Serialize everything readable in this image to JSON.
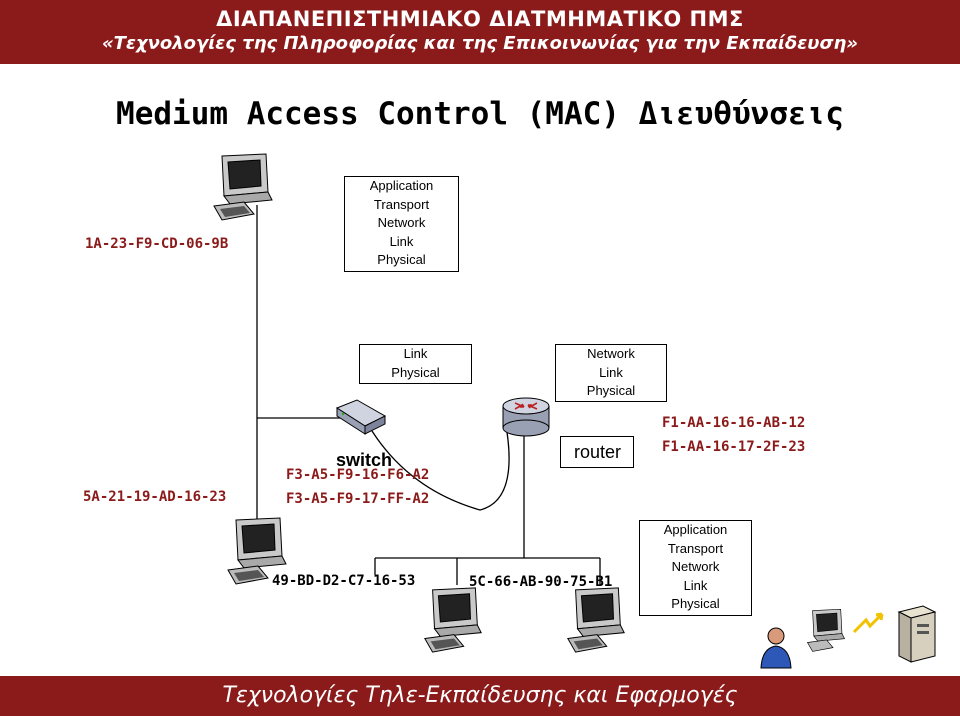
{
  "header": {
    "line1": "ΔΙΑΠΑΝΕΠΙΣΤΗΜΙΑΚΟ ΔΙΑΤΜΗΜΑΤΙΚΟ ΠΜΣ",
    "line2": "«Τεχνολογίες της Πληροφορίας και της Επικοινωνίας για την Εκπαίδευση»"
  },
  "title": "Medium Access Control (MAC) Διευθύνσεις",
  "footer": "Τεχνολογίες Τηλε-Εκπαίδευσης και Εφαρμογές",
  "stacks": {
    "host_top": [
      "Application",
      "Transport",
      "Network",
      "Link",
      "Physical"
    ],
    "switch": [
      "Link",
      "Physical"
    ],
    "router": [
      "Network",
      "Link",
      "Physical"
    ],
    "host_right": [
      "Application",
      "Transport",
      "Network",
      "Link",
      "Physical"
    ]
  },
  "labels": {
    "switch": "switch",
    "router": "router"
  },
  "mac_addresses": {
    "host_top": "1A-23-F9-CD-06-9B",
    "host_left": "5A-21-19-AD-16-23",
    "switch_1": "F3-A5-F9-16-F6-A2",
    "switch_2": "F3-A5-F9-17-FF-A2",
    "router_1": "F1-AA-16-16-AB-12",
    "router_2": "F1-AA-16-17-2F-23",
    "host_bottom_1": "49-BD-D2-C7-16-53",
    "host_bottom_2": "5C-66-AB-90-75-B1"
  },
  "icons": [
    "computer-icon",
    "switch-icon",
    "router-icon",
    "user-icon",
    "server-icon",
    "signal-icon"
  ]
}
